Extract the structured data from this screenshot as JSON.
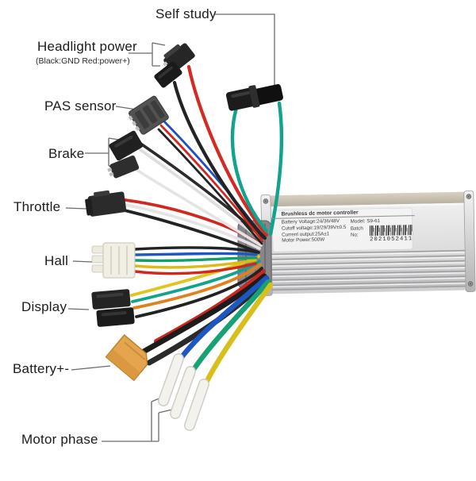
{
  "labels": {
    "self_study": {
      "text": "Self study"
    },
    "headlight": {
      "text": "Headlight power",
      "subtext": "(Black:GND Red:power+)"
    },
    "pas": {
      "text": "PAS sensor"
    },
    "brake": {
      "text": "Brake"
    },
    "throttle": {
      "text": "Throttle"
    },
    "hall": {
      "text": "Hall"
    },
    "display": {
      "text": "Display"
    },
    "battery": {
      "text": "Battery+-"
    },
    "motor_phase": {
      "text": "Motor phase"
    }
  },
  "controller": {
    "title": "Brushless dc motor controller",
    "specs": [
      "Battery Voltage:24/36/48V",
      "Cutoff voltage:19/29/39V±0.5",
      "Current output:25A±1",
      "Motor Power:500W"
    ],
    "model_label": "Model:",
    "model_value": "S9-61",
    "batch_label": "Batch No:",
    "batch_number": "2021052411"
  },
  "colors": {
    "wire_red": "#d0281f",
    "wire_black": "#232323",
    "wire_blue": "#1e57c2",
    "wire_teal": "#11a38e",
    "wire_green": "#17a276",
    "wire_yellow": "#d9bf1c",
    "wire_orange": "#e2811c",
    "wire_white": "#e2e2e2",
    "xt60_orange": "#e5a54e",
    "controller_silver": "#d9d9d9",
    "leader_gray": "#6a6a6a",
    "background": "#ffffff"
  }
}
